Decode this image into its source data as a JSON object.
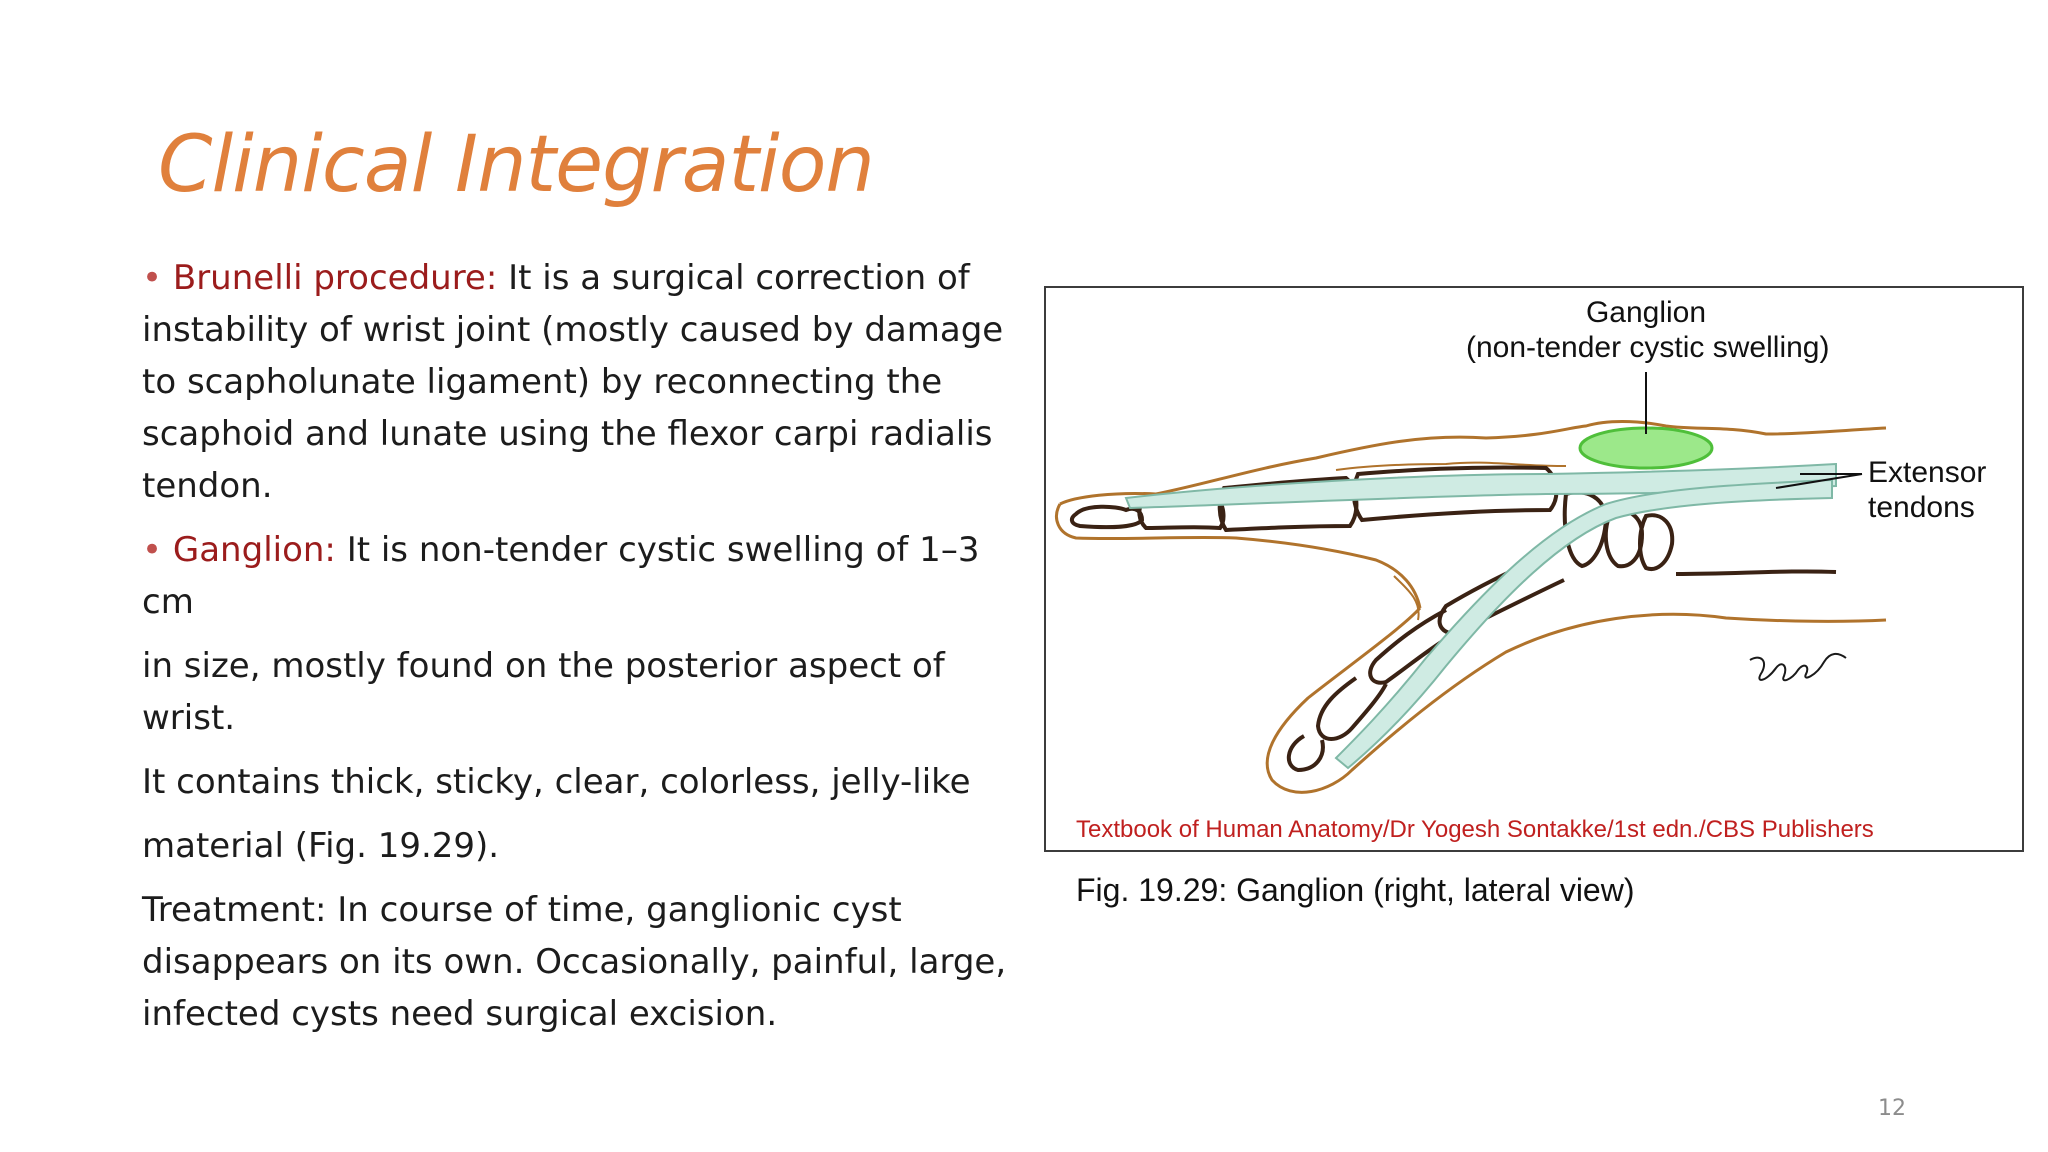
{
  "slide": {
    "title": "Clinical Integration",
    "bullet_char": "•",
    "paragraphs": {
      "brunelli": {
        "term": "Brunelli procedure:",
        "line1": " It is a surgical correction of",
        "line2": "instability of wrist joint (mostly caused by damage",
        "line3": "to scapholunate ligament) by reconnecting the",
        "line4": "scaphoid and lunate using the flexor carpi radialis",
        "line5": "tendon."
      },
      "ganglion": {
        "term": "Ganglion:",
        "line1": " It is non-tender cystic swelling of 1–3 cm",
        "line2": "in size, mostly found on the posterior aspect of",
        "line3": "wrist."
      },
      "contents": {
        "line1": "It contains thick, sticky, clear, colorless, jelly-like",
        "line2": "material (Fig. 19.29)."
      },
      "treatment": {
        "line1": "Treatment: In course of time, ganglionic cyst",
        "line2": "disappears on its own. Occasionally, painful, large,",
        "line3": "infected cysts need surgical excision."
      }
    },
    "figure": {
      "label_ganglion_1": "Ganglion",
      "label_ganglion_2": "(non-tender cystic swelling)",
      "label_extensor_1": "Extensor",
      "label_extensor_2": "tendons",
      "signature": "yogesh",
      "credit": "Textbook of Human Anatomy/Dr Yogesh Sontakke/1st edn./CBS Publishers",
      "caption": "Fig. 19.29: Ganglion (right, lateral view)",
      "colors": {
        "skin_outline": "#B0732C",
        "bone_outline": "#3a2214",
        "tendon_fill": "#CFEBE3",
        "tendon_stroke": "#7FB8A6",
        "cyst_fill": "#9CE88A",
        "cyst_stroke": "#4FBF3A"
      }
    },
    "page_number": "12",
    "colors": {
      "title": "#E0803C",
      "term": "#9B1C1C",
      "bullet": "#C0504D",
      "body": "#1c1c1c"
    }
  }
}
